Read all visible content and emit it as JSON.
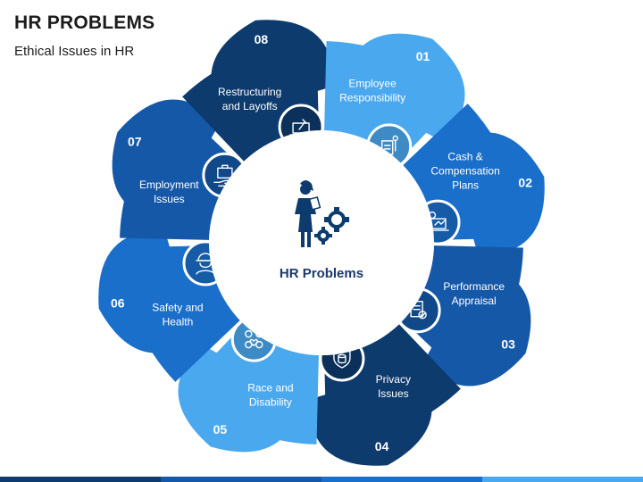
{
  "header": {
    "title": "HR PROBLEMS",
    "subtitle": "Ethical Issues in HR"
  },
  "center": {
    "title": "HR Problems",
    "icon": "hr-manager-gears-icon"
  },
  "segments": [
    {
      "number": "01",
      "lines": [
        "Employee",
        "Responsibility"
      ],
      "icon": "clipboard-person-icon",
      "color": "#4aa8ef"
    },
    {
      "number": "02",
      "lines": [
        "Cash &",
        "Compensation",
        "Plans"
      ],
      "icon": "money-laptop-icon",
      "color": "#1a6fcb"
    },
    {
      "number": "03",
      "lines": [
        "Performance",
        "Appraisal"
      ],
      "icon": "appraisal-report-icon",
      "color": "#1558a8"
    },
    {
      "number": "04",
      "lines": [
        "Privacy",
        "Issues"
      ],
      "icon": "privacy-shield-icon",
      "color": "#0d3b6e"
    },
    {
      "number": "05",
      "lines": [
        "Race and",
        "Disability"
      ],
      "icon": "diversity-icon",
      "color": "#4aa8ef"
    },
    {
      "number": "06",
      "lines": [
        "Safety and",
        "Health"
      ],
      "icon": "worker-helmet-icon",
      "color": "#1a6fcb"
    },
    {
      "number": "07",
      "lines": [
        "Employment",
        "Issues"
      ],
      "icon": "briefcase-hand-icon",
      "color": "#1558a8"
    },
    {
      "number": "08",
      "lines": [
        "Restructuring",
        "and Layoffs"
      ],
      "icon": "repair-laptop-icon",
      "color": "#0d3b6e"
    }
  ],
  "footer_colors": [
    "#0d3b6e",
    "#1558a8",
    "#1a6fcb",
    "#4aa8ef"
  ]
}
